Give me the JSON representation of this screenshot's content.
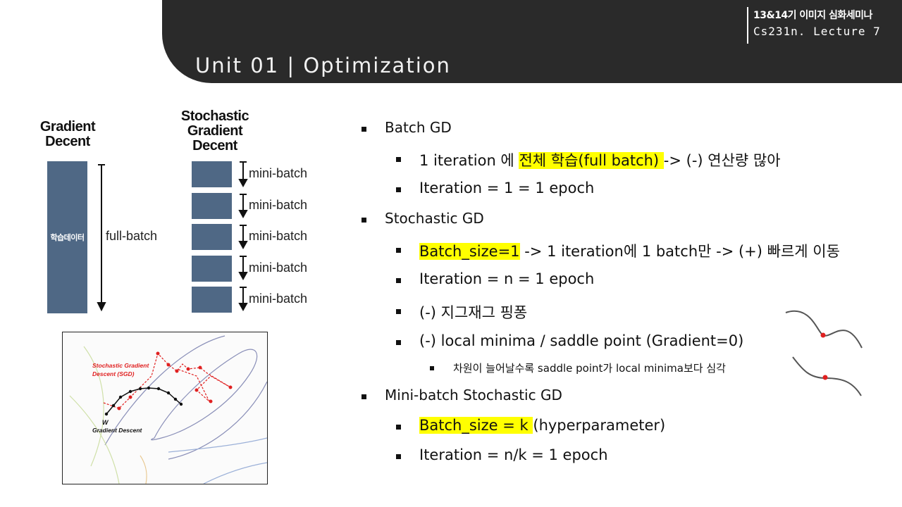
{
  "header": {
    "unit_title": "Unit  01 | Optimization",
    "seminar": "13&14기 이미지 심화세미나",
    "lecture": "Cs231n. Lecture 7"
  },
  "diagram": {
    "gd_heading": [
      "Gradient",
      "Decent"
    ],
    "sgd_heading": [
      "Stochastic",
      "Gradient",
      "Decent"
    ],
    "full_block_label": "학습데이터",
    "full_batch_label": "full-batch",
    "mini_batch_labels": [
      "mini-batch",
      "mini-batch",
      "mini-batch",
      "mini-batch",
      "mini-batch"
    ]
  },
  "contour_image": {
    "sgd_label_1": "Stochastic Gradient",
    "sgd_label_2": "Descent (SGD)",
    "w_label": "W",
    "gd_label": "Gradient Descent"
  },
  "bullets": {
    "b1": "Batch GD",
    "b1_1_pre": "1 iteration 에 ",
    "b1_1_hl": "전체 학습(full batch) ",
    "b1_1_post": "-> (-) 연산량 많아",
    "b1_2": "Iteration = 1 = 1 epoch",
    "b2": "Stochastic GD",
    "b2_1_hl": "Batch_size=1",
    "b2_1_post": " -> 1 iteration에 1 batch만 -> (+) 빠르게 이동",
    "b2_2": "Iteration = n = 1 epoch",
    "b2_3": "(-) 지그재그 핑퐁",
    "b2_4": "(-) local minima / saddle point (Gradient=0)",
    "b2_4_1": "차원이 늘어날수록 saddle point가 local minima보다 심각",
    "b3": "Mini-batch Stochastic GD",
    "b3_1_hl": "Batch_size = k ",
    "b3_1_post": "(hyperparameter)",
    "b3_2": "Iteration = n/k = 1 epoch"
  },
  "colors": {
    "header_bg": "#2a2a2a",
    "block": "#4f6885",
    "highlight": "#ffff00",
    "curve_point": "#e02020"
  }
}
